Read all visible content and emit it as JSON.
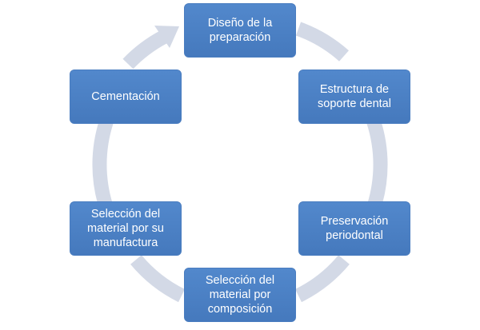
{
  "cycle": {
    "colors": {
      "node_fill": "#4f81bd",
      "node_text": "#ffffff",
      "ring": "#d3d9e6",
      "background": "#ffffff"
    },
    "nodes": [
      {
        "label": "Diseño de la\npreparación"
      },
      {
        "label": "Estructura de\nsoporte dental"
      },
      {
        "label": "Preservación\nperiodontal"
      },
      {
        "label": "Selección del\nmaterial por\ncomposición"
      },
      {
        "label": "Selección del\nmaterial por su\nmanufactura"
      },
      {
        "label": "Cementación"
      }
    ]
  }
}
